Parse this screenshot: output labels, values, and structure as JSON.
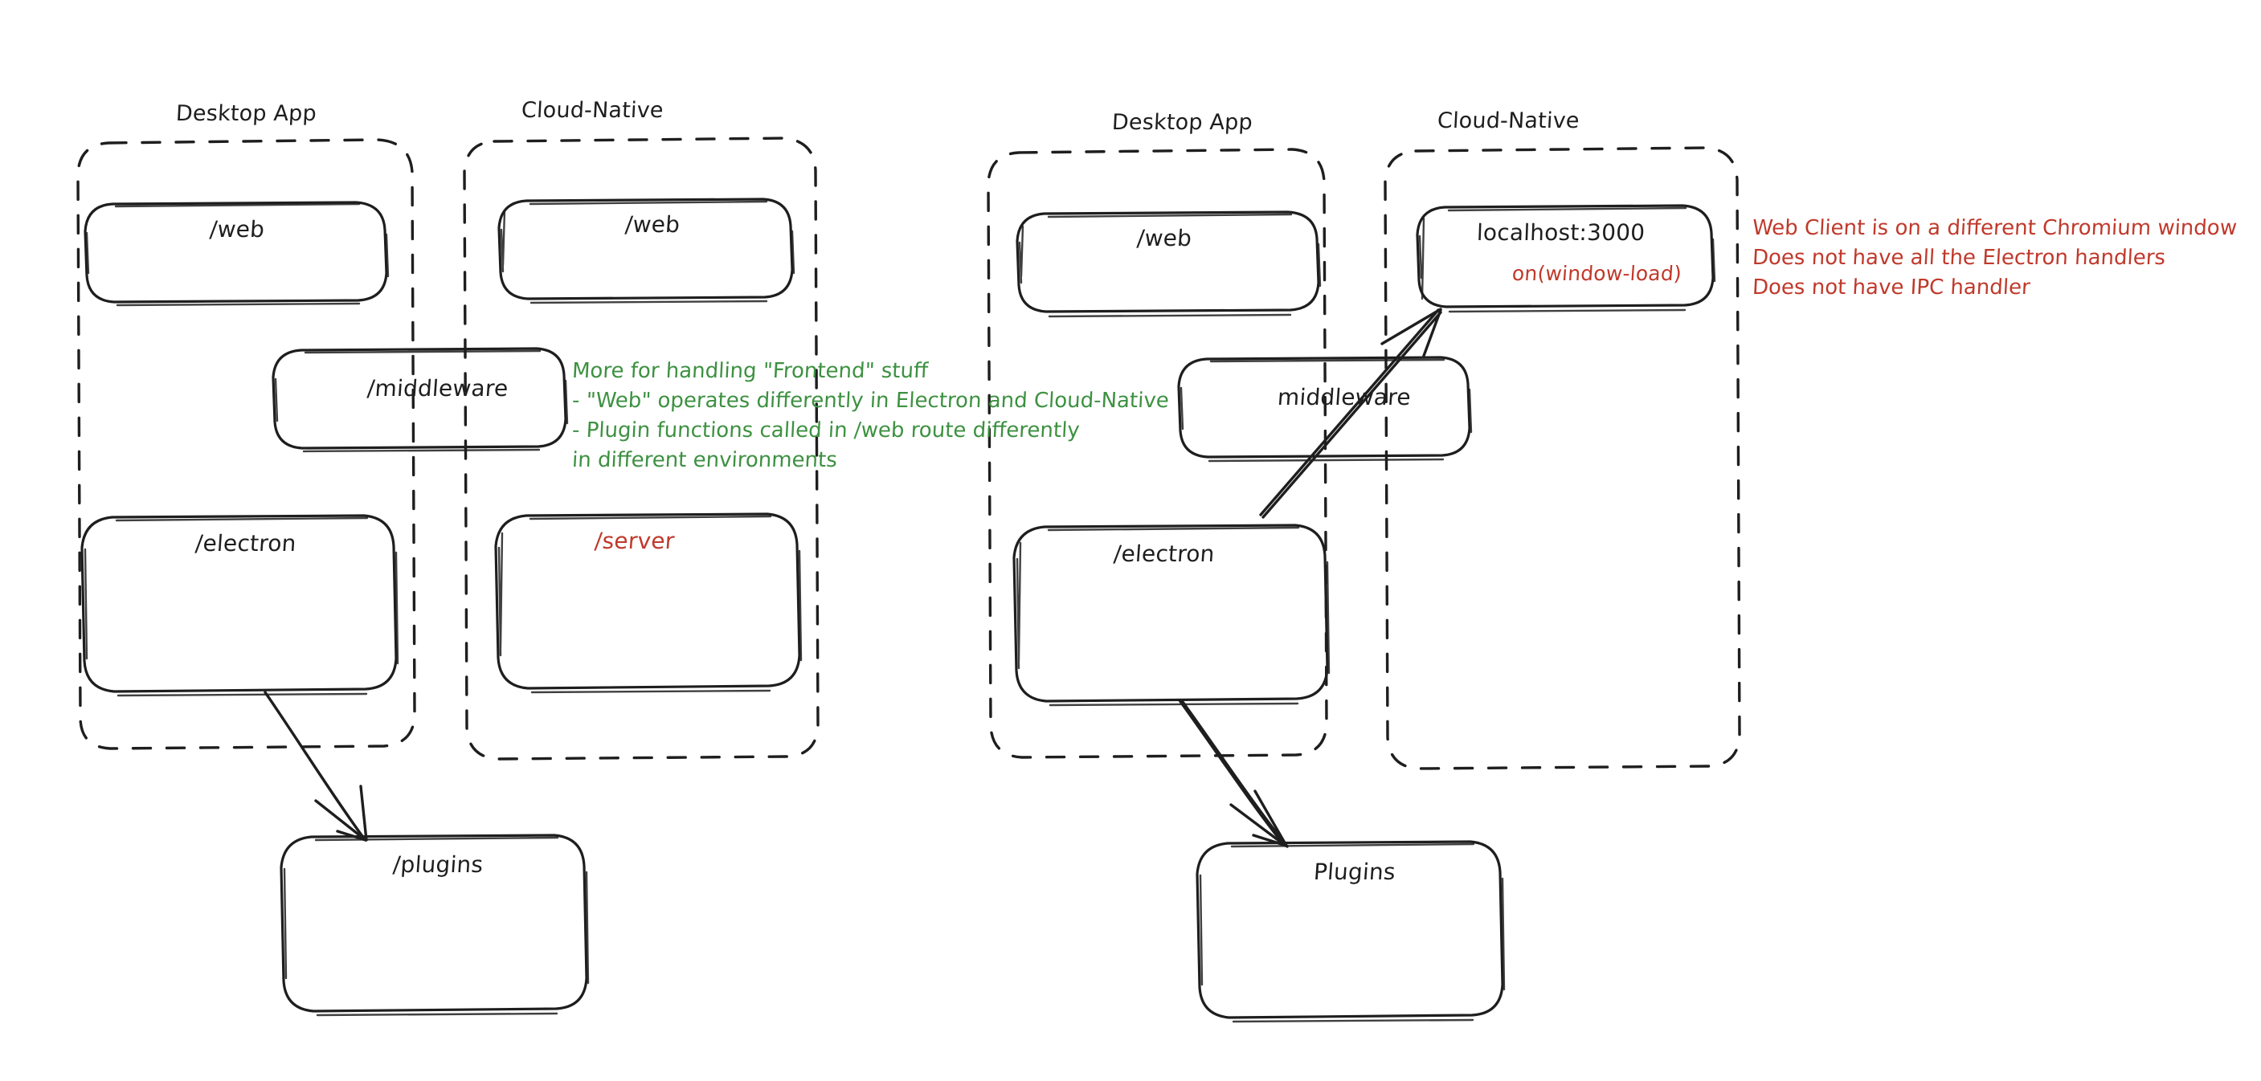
{
  "diagram": {
    "title": "Electron vs Cloud-Native architecture comparison",
    "style": "hand-drawn",
    "colors": {
      "stroke": "#1e1e1e",
      "green": "#3d9141",
      "red": "#c0392b",
      "background": "#ffffff"
    }
  },
  "groups": [
    {
      "id": "left",
      "containers": [
        {
          "id": "left-desktop",
          "title": "Desktop App"
        },
        {
          "id": "left-cloud",
          "title": "Cloud-Native"
        }
      ],
      "nodes": [
        {
          "id": "left-web-desktop",
          "label": "/web",
          "color": "#1e1e1e"
        },
        {
          "id": "left-web-cloud",
          "label": "/web",
          "color": "#1e1e1e"
        },
        {
          "id": "left-middleware",
          "label": "/middleware",
          "color": "#1e1e1e"
        },
        {
          "id": "left-electron",
          "label": "/electron",
          "color": "#1e1e1e"
        },
        {
          "id": "left-server",
          "label": "/server",
          "color": "#c0392b"
        },
        {
          "id": "left-plugins",
          "label": "/plugins",
          "color": "#1e1e1e"
        }
      ],
      "note": {
        "color": "#3d9141",
        "lines": [
          "More for handling \"Frontend\" stuff",
          "- \"Web\" operates differently in Electron and Cloud-Native",
          "- Plugin functions called in /web route differently",
          "in different environments"
        ]
      }
    },
    {
      "id": "right",
      "containers": [
        {
          "id": "right-desktop",
          "title": "Desktop App"
        },
        {
          "id": "right-cloud",
          "title": "Cloud-Native"
        }
      ],
      "nodes": [
        {
          "id": "right-web",
          "label": "/web",
          "color": "#1e1e1e"
        },
        {
          "id": "right-localhost",
          "label": "localhost:3000",
          "sublabel": "on(window-load)",
          "color": "#1e1e1e",
          "sublabel_color": "#c0392b"
        },
        {
          "id": "right-middleware",
          "label": "middleware",
          "color": "#1e1e1e"
        },
        {
          "id": "right-electron",
          "label": "/electron",
          "color": "#1e1e1e"
        },
        {
          "id": "right-plugins",
          "label": "Plugins",
          "color": "#1e1e1e"
        }
      ],
      "note": {
        "color": "#c0392b",
        "lines": [
          "Web Client is on a different Chromium window",
          "Does not have all the Electron handlers",
          "Does not have IPC handler"
        ]
      }
    }
  ],
  "arrows": [
    {
      "id": "left-electron-to-plugins",
      "from": "left-electron",
      "to": "left-plugins"
    },
    {
      "id": "right-electron-to-localhost",
      "from": "right-electron",
      "to": "right-localhost"
    },
    {
      "id": "right-electron-to-plugins",
      "from": "right-electron",
      "to": "right-plugins"
    }
  ]
}
